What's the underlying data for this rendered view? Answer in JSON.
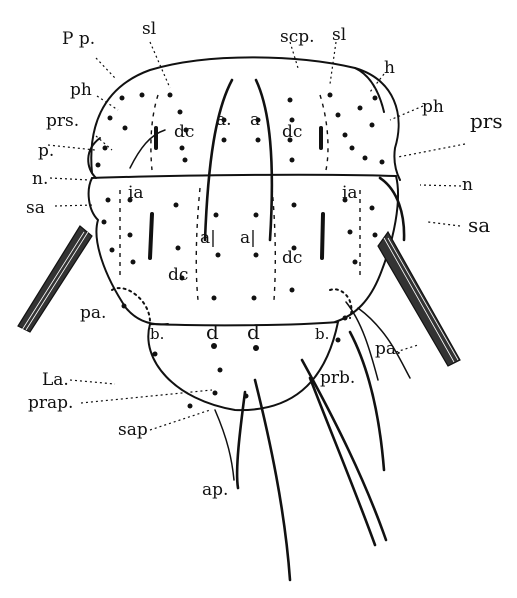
{
  "figure": {
    "labels": {
      "pp": "P p.",
      "sl_left": "sl",
      "scp": "scp.",
      "sl_right": "sl",
      "h": "h",
      "ph_left": "ph",
      "ph_right": "ph",
      "prs_left": "prs.",
      "prs_right": "prs",
      "p": "p.",
      "n_left": "n.",
      "n_right": "n",
      "sa_left": "sa",
      "sa_right": "sa",
      "dc_ul": "dc",
      "dc_ur": "dc",
      "a_ul": "a.",
      "a_ur": "a",
      "ia_l": "ia",
      "ia_r": "ia",
      "a_ll": "a|",
      "a_lr": "a|",
      "dc_ll": "dc",
      "dc_lr": "dc",
      "pa_l": "pa.",
      "pa_r": "pa.",
      "b_l": "b.",
      "b_r": "b.",
      "d_l": "d",
      "d_r": "d",
      "la": "La.",
      "prap": "prap.",
      "sap": "sap",
      "ap": "ap.",
      "prb": "prb."
    },
    "colors": {
      "ink": "#111111",
      "paper": "#ffffff"
    }
  }
}
